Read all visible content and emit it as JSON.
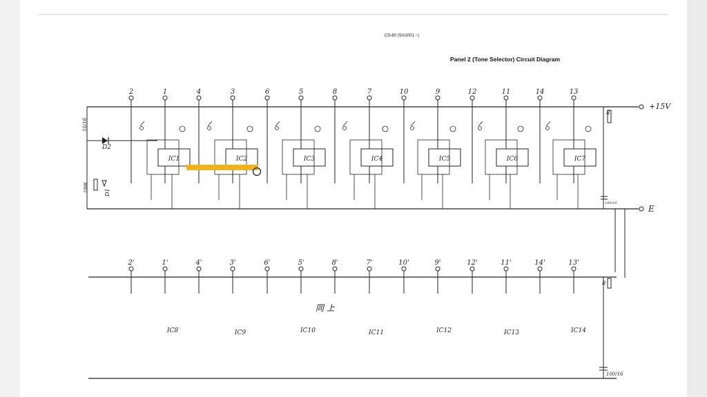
{
  "document": {
    "model_header": "CS-80 (S/#1001 ~)",
    "title": "Panel 2 (Tone Selector) Circuit Diagram"
  },
  "top_terminals": [
    "2",
    "1",
    "4",
    "3",
    "6",
    "5",
    "8",
    "7",
    "10",
    "9",
    "12",
    "11",
    "14",
    "13"
  ],
  "bottom_terminals": [
    "2'",
    "1'",
    "4'",
    "3'",
    "6'",
    "5'",
    "8'",
    "7'",
    "10'",
    "9'",
    "12'",
    "11'",
    "14'",
    "13'"
  ],
  "upper_ics": [
    "IC1",
    "IC2",
    "IC3",
    "IC4",
    "IC5",
    "IC6",
    "IC7"
  ],
  "lower_ics": [
    "IC8",
    "IC9",
    "IC10",
    "IC11",
    "IC12",
    "IC13",
    "IC14"
  ],
  "rails": {
    "supply": "+15V",
    "ground": "E"
  },
  "components": {
    "diode_main": "D2",
    "diode_aux": "D1",
    "resistor_left": "10/16",
    "resistor_left2": "100K",
    "rail_resistor": "R",
    "rail_resistor_lower": "R",
    "cap_upper": "100/16",
    "cap_lower": "100/16"
  },
  "center_note": "同 上",
  "colors": {
    "highlight": "#f2b21b",
    "ink": "#222222",
    "paper": "#ffffff",
    "background": "#f1f1f1"
  }
}
